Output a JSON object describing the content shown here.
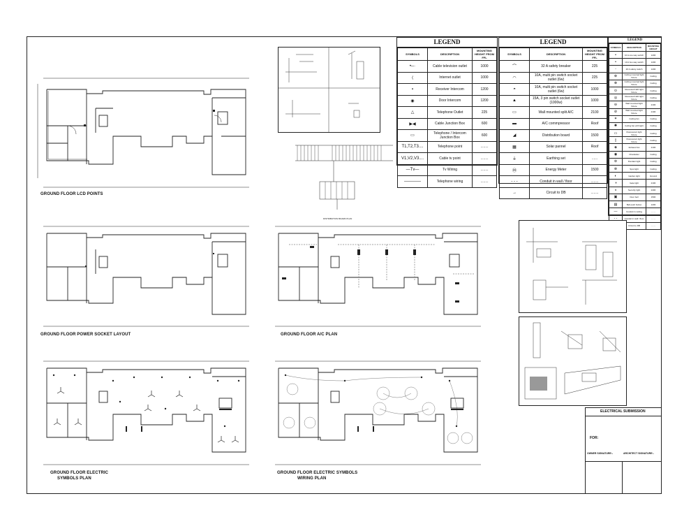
{
  "plans": {
    "lcd_title": "GROUND FLOOR LCD POINTS",
    "power_title": "GROUND FLOOR POWER SOCKET LAYOUT",
    "ac_title": "GROUND FLOOR A/C PLAN",
    "symbols_title_1": "GROUND FLOOR ELECTRIC",
    "symbols_title_2": "SYMBOLS PLAN",
    "wiring_title_1": "GROUND FLOOR ELECTRIC SYMBOLS",
    "wiring_title_2": "WIRING PLAN",
    "distribution_title": "DISTRIBUTION BOARD PLAN"
  },
  "legend1": {
    "title": "LEGEND",
    "headers": [
      "SYMBOLS",
      "DESCRIPTION",
      "MOUNTING HEIGHT FROM FFL"
    ],
    "rows": [
      {
        "symbol": "•─·",
        "description": "Cable television outlet",
        "height": "1000"
      },
      {
        "symbol": "⟨",
        "description": "Internet outlet",
        "height": "1000"
      },
      {
        "symbol": "▪",
        "description": "Receiver Intercom",
        "height": "1200"
      },
      {
        "symbol": "◉",
        "description": "Door Intercom",
        "height": "1200"
      },
      {
        "symbol": "△",
        "description": "Telephone Outlet",
        "height": "225"
      },
      {
        "symbol": "▶◀",
        "description": "Cable Junction Box",
        "height": "600"
      },
      {
        "symbol": "▭",
        "description": "Telephone / Intercom Junction Box",
        "height": "600"
      },
      {
        "symbol": "T1,T2,T3....",
        "description": "Telephone point",
        "height": "........"
      },
      {
        "symbol": "V1,V2,V3....",
        "description": "Cable tv point",
        "height": "........"
      },
      {
        "symbol": "—Tv—",
        "description": "Tv Wiring",
        "height": "........"
      },
      {
        "symbol": "————",
        "description": "Telephone wiring",
        "height": "........"
      }
    ]
  },
  "legend2": {
    "title": "LEGEND",
    "headers": [
      "SYMBOLS",
      "DESCRIPTION",
      "MOUNTING HEIGHT FROM FFL"
    ],
    "rows": [
      {
        "symbol": "⌒",
        "description": "32 A safety breaker",
        "height": "225"
      },
      {
        "symbol": "◠",
        "description": "10A, multi pin switch socket outlet (6w)",
        "height": "225"
      },
      {
        "symbol": "◓",
        "description": "10A, multi pin switch socket outlet (6w)",
        "height": "1000"
      },
      {
        "symbol": "▲",
        "description": "15A, 3 pin switch socket outlet (1000w)",
        "height": "1000"
      },
      {
        "symbol": "▭",
        "description": "Wall mounted split A/C",
        "height": "2100"
      },
      {
        "symbol": "▬",
        "description": "A/C commpressor",
        "height": "Roof"
      },
      {
        "symbol": "◢",
        "description": "Distribution board",
        "height": "1500"
      },
      {
        "symbol": "▦",
        "description": "Solar pannel",
        "height": "Roof"
      },
      {
        "symbol": "⏚",
        "description": "Earthing set",
        "height": "......"
      },
      {
        "symbol": "Ⓜ",
        "description": "Energy Meter",
        "height": "1500"
      },
      {
        "symbol": "- - -",
        "description": "Conduit in wall / floor",
        "height": "........"
      },
      {
        "symbol": "→",
        "description": "Circuit to DB",
        "height": "........"
      }
    ]
  },
  "legend3": {
    "title": "LEGEND",
    "headers": [
      "SYMBOLS",
      "DESCRIPTION",
      "MOUNTING HEIGHT"
    ],
    "rows": [
      {
        "symbol": "•",
        "description": "10 A one way switch",
        "height": "1200"
      },
      {
        "symbol": "•",
        "description": "10 A two way switch",
        "height": "1200"
      },
      {
        "symbol": "◦",
        "description": "20 A safety switch",
        "height": "1200"
      },
      {
        "symbol": "⊕",
        "description": "Ceiling mounted light fixture",
        "height": "Ceiling"
      },
      {
        "symbol": "⊗",
        "description": "Ceiling mounted light fixture",
        "height": "Ceiling"
      },
      {
        "symbol": "⊙",
        "description": "Recessed LED light fixture",
        "height": "Ceiling"
      },
      {
        "symbol": "◎",
        "description": "Recessed LED light fixture",
        "height": "Ceiling"
      },
      {
        "symbol": "⊖",
        "description": "Wall mounted light fixture",
        "height": "2100"
      },
      {
        "symbol": "⊘",
        "description": "Wall mounted light fixture",
        "height": "2100"
      },
      {
        "symbol": "✶",
        "description": "Ceiling fan",
        "height": "Ceiling"
      },
      {
        "symbol": "✺",
        "description": "Ceiling fan with light",
        "height": "Ceiling"
      },
      {
        "symbol": "▭",
        "description": "Fluorescent light fixture",
        "height": "Ceiling"
      },
      {
        "symbol": "▯",
        "description": "Fluorescent light fixture",
        "height": "Ceiling"
      },
      {
        "symbol": "◈",
        "description": "Exhaust fan",
        "height": "2100"
      },
      {
        "symbol": "◉",
        "description": "Chandelier",
        "height": "Ceiling"
      },
      {
        "symbol": "⊚",
        "description": "Pendant light",
        "height": "Ceiling"
      },
      {
        "symbol": "⊛",
        "description": "Spot light",
        "height": "Ceiling"
      },
      {
        "symbol": "◐",
        "description": "Garden light",
        "height": "Ground"
      },
      {
        "symbol": "◑",
        "description": "Gate light",
        "height": "2100"
      },
      {
        "symbol": "◒",
        "description": "Security light",
        "height": "2400"
      },
      {
        "symbol": "▣",
        "description": "Door bell",
        "height": "1500"
      },
      {
        "symbol": "▤",
        "description": "Bell push button",
        "height": "1200"
      },
      {
        "symbol": "—",
        "description": "Conduit in ceiling",
        "height": "........"
      },
      {
        "symbol": "- -",
        "description": "Conduit in wall / floor",
        "height": "........"
      },
      {
        "symbol": "→",
        "description": "Circuit to DB",
        "height": "........"
      }
    ]
  },
  "titleblock": {
    "heading": "ELECTRICAL SUBMISSION",
    "for_label": "FOR:",
    "owner_label": "OWNER SIGNATURE:-",
    "architect_label": "ARCHITECT SIGNATURE:-"
  }
}
